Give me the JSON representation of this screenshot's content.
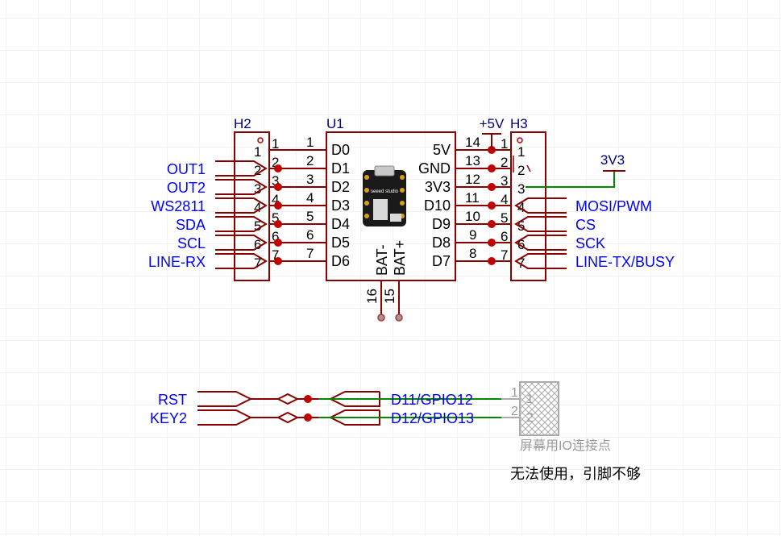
{
  "u1": {
    "ref": "U1",
    "left_pins": [
      {
        "num": "1",
        "name": "D0"
      },
      {
        "num": "2",
        "name": "D1"
      },
      {
        "num": "3",
        "name": "D2"
      },
      {
        "num": "4",
        "name": "D3"
      },
      {
        "num": "5",
        "name": "D4"
      },
      {
        "num": "6",
        "name": "D5"
      },
      {
        "num": "7",
        "name": "D6"
      }
    ],
    "right_pins": [
      {
        "num": "14",
        "name": "5V"
      },
      {
        "num": "13",
        "name": "GND"
      },
      {
        "num": "12",
        "name": "3V3"
      },
      {
        "num": "11",
        "name": "D10"
      },
      {
        "num": "10",
        "name": "D9"
      },
      {
        "num": "9",
        "name": "D8"
      },
      {
        "num": "8",
        "name": "D7"
      }
    ],
    "bottom_pins": [
      {
        "num": "16",
        "name": "BAT-"
      },
      {
        "num": "15",
        "name": "BAT+"
      }
    ],
    "module_brand": "seeed studio"
  },
  "h2": {
    "ref": "H2",
    "pins": [
      "1",
      "2",
      "3",
      "4",
      "5",
      "6",
      "7"
    ],
    "outer_pins": [
      "1",
      "2",
      "3",
      "4",
      "5",
      "6",
      "7"
    ],
    "nets": [
      "OUT1",
      "OUT2",
      "WS2811",
      "SDA",
      "SCL",
      "LINE-RX"
    ]
  },
  "h3": {
    "ref": "H3",
    "pins": [
      "1",
      "2",
      "3",
      "4",
      "5",
      "6",
      "7"
    ],
    "outer_pins": [
      "1",
      "2",
      "3",
      "4",
      "5",
      "6",
      "7"
    ],
    "nets": [
      "MOSI/PWM",
      "CS",
      "SCK",
      "LINE-TX/BUSY"
    ]
  },
  "power": {
    "p5v": "+5V",
    "p3v3": "3V3"
  },
  "io_block": {
    "nets_left": [
      "RST",
      "KEY2"
    ],
    "nets_right": [
      "D11/GPIO12",
      "D12/GPIO13"
    ],
    "pad_pins": [
      "1",
      "2"
    ],
    "pad_inner": [
      "1",
      "2"
    ],
    "pad_label": "屏幕用IO连接点",
    "note": "无法使用，引脚不够"
  }
}
